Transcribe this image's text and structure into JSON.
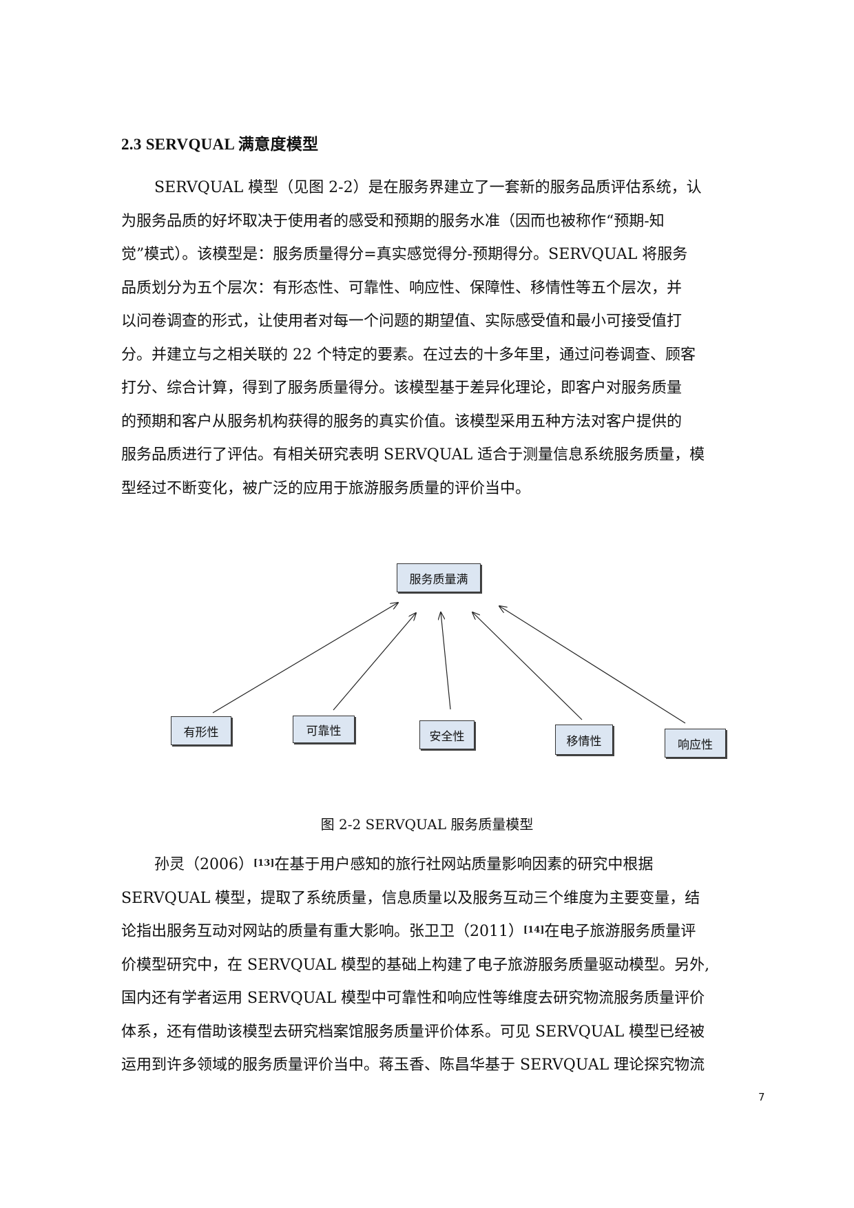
{
  "heading": "2.3 SERVQUAL 满意度模型",
  "paragraph1": [
    "SERVQUAL 模型（见图 2-2）是在服务界建立了一套新的服务品质评估系统，认",
    "为服务品质的好坏取决于使用者的感受和预期的服务水准（因而也被称作“预期-知",
    "觉”模式）。该模型是：服务质量得分=真实感觉得分-预期得分。SERVQUAL 将服务",
    "品质划分为五个层次：有形态性、可靠性、响应性、保障性、移情性等五个层次，并",
    "以问卷调查的形式，让使用者对每一个问题的期望值、实际感受值和最小可接受值打",
    "分。并建立与之相关联的 22 个特定的要素。在过去的十多年里，通过问卷调查、顾客",
    "打分、综合计算，得到了服务质量得分。该模型基于差异化理论，即客户对服务质量",
    "的预期和客户从服务机构获得的服务的真实价值。该模型采用五种方法对客户提供的",
    "服务品质进行了评估。有相关研究表明 SERVQUAL 适合于测量信息系统服务质量，模",
    "型经过不断变化，被广泛的应用于旅游服务质量的评价当中。"
  ],
  "diagram": {
    "top_node": "服务质量满",
    "nodes": [
      "有形性",
      "可靠性",
      "安全性",
      "移情性",
      "响应性"
    ]
  },
  "caption": "图 2-2 SERVQUAL 服务质量模型",
  "paragraph2": {
    "line1_a": "孙灵（2006）",
    "ref13": "[13]",
    "line1_b": "在基于用户感知的旅行社网站质量影响因素的研究中根据",
    "line2": "SERVQUAL 模型，提取了系统质量，信息质量以及服务互动三个维度为主要变量，结",
    "line3_a": "论指出服务互动对网站的质量有重大影响。张卫卫（2011）",
    "ref14": "[14]",
    "line3_b": "在电子旅游服务质量评",
    "line4": "价模型研究中，在 SERVQUAL 模型的基础上构建了电子旅游服务质量驱动模型。另外,",
    "line5": "国内还有学者运用 SERVQUAL 模型中可靠性和响应性等维度去研究物流服务质量评价",
    "line6": "体系，还有借助该模型去研究档案馆服务质量评价体系。可见 SERVQUAL 模型已经被",
    "line7": "运用到许多领域的服务质量评价当中。蒋玉香、陈昌华基于 SERVQUAL 理论探究物流"
  },
  "page_number": "7"
}
